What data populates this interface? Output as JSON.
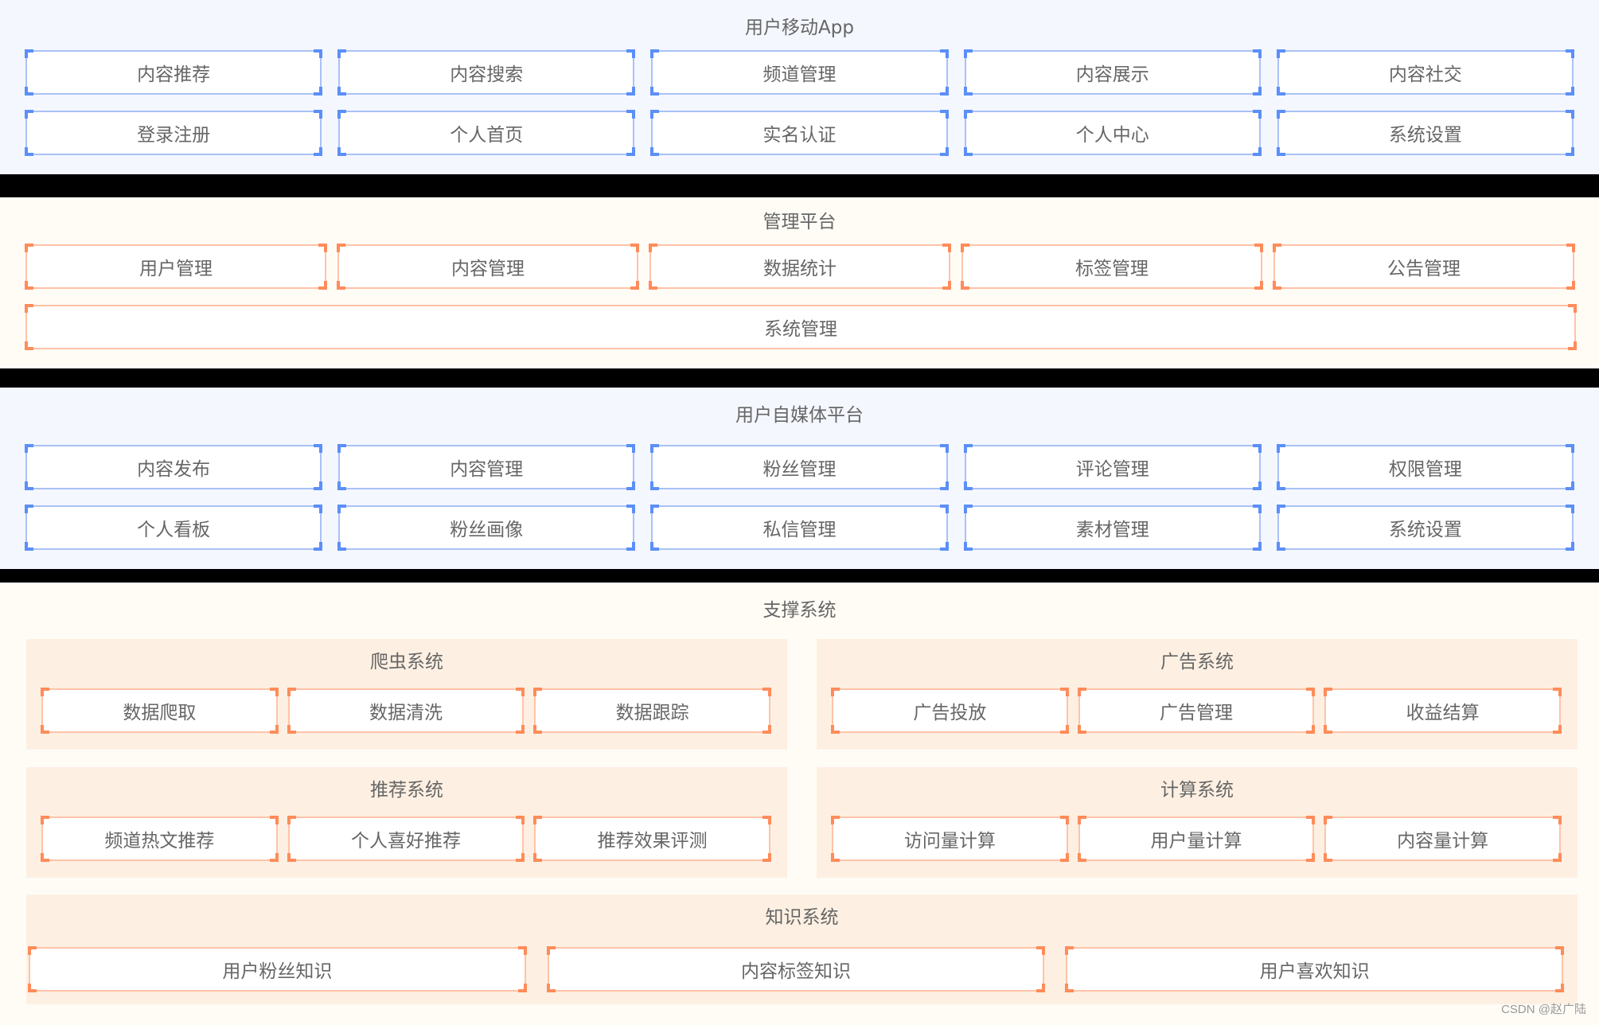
{
  "sections": [
    {
      "title": "用户移动App",
      "rows": [
        [
          "内容推荐",
          "内容搜索",
          "频道管理",
          "内容展示",
          "内容社交"
        ],
        [
          "登录注册",
          "个人首页",
          "实名认证",
          "个人中心",
          "系统设置"
        ]
      ]
    },
    {
      "title": "管理平台",
      "rows": [
        [
          "用户管理",
          "内容管理",
          "数据统计",
          "标签管理",
          "公告管理"
        ]
      ],
      "full_row": "系统管理"
    },
    {
      "title": "用户自媒体平台",
      "rows": [
        [
          "内容发布",
          "内容管理",
          "粉丝管理",
          "评论管理",
          "权限管理"
        ],
        [
          "个人看板",
          "粉丝画像",
          "私信管理",
          "素材管理",
          "系统设置"
        ]
      ]
    },
    {
      "title": "支撑系统",
      "panels": [
        {
          "title": "爬虫系统",
          "items": [
            "数据爬取",
            "数据清洗",
            "数据跟踪"
          ]
        },
        {
          "title": "广告系统",
          "items": [
            "广告投放",
            "广告管理",
            "收益结算"
          ]
        },
        {
          "title": "推荐系统",
          "items": [
            "频道热文推荐",
            "个人喜好推荐",
            "推荐效果评测"
          ]
        },
        {
          "title": "计算系统",
          "items": [
            "访问量计算",
            "用户量计算",
            "内容量计算"
          ]
        },
        {
          "title": "知识系统",
          "items": [
            "用户粉丝知识",
            "内容标签知识",
            "用户喜欢知识"
          ]
        }
      ]
    }
  ],
  "colors": {
    "blue_accent": "#5b8ff9",
    "orange_accent": "#ff8c5a",
    "blue_bg": "#f4f7fe",
    "cream_bg": "#fffcf6",
    "panel_bg": "#fdf0e2",
    "separator": "#000000"
  },
  "watermark": "CSDN @赵广陆"
}
